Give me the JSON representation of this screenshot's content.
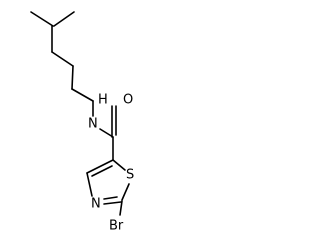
{
  "molecule": {
    "atom_labels": {
      "amide_nitrogen": "N",
      "amide_hydrogen": "H",
      "carbonyl_oxygen": "O",
      "ring_sulfur": "S",
      "ring_nitrogen": "N",
      "bromine": "Br"
    }
  }
}
